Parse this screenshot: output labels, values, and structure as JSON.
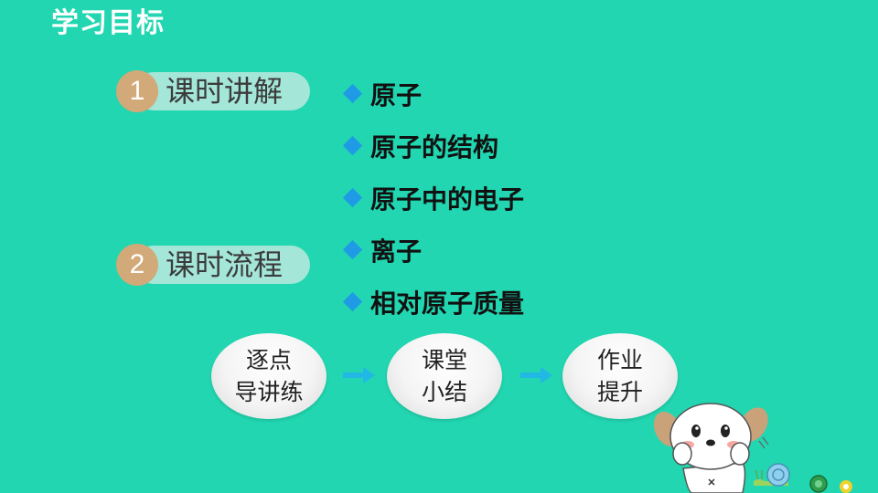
{
  "page": {
    "title": "学习目标"
  },
  "sections": [
    {
      "number": "1",
      "label": "课时讲解"
    },
    {
      "number": "2",
      "label": "课时流程"
    }
  ],
  "topics": [
    "原子",
    "原子的结构",
    "原子中的电子",
    "离子",
    "相对原子质量"
  ],
  "flow": [
    {
      "line1": "逐点",
      "line2": "导讲练"
    },
    {
      "line1": "课堂",
      "line2": "小结"
    },
    {
      "line1": "作业",
      "line2": "提升"
    }
  ],
  "colors": {
    "background": "#21d6b0",
    "accent_diamond": "#1f9be6",
    "number_circle": "#d2a978",
    "arrow": "#22b8e6"
  },
  "icons": {
    "bullet": "diamond-icon",
    "flow_arrow": "arrow-right-icon",
    "mascot": "puppy-icon"
  }
}
